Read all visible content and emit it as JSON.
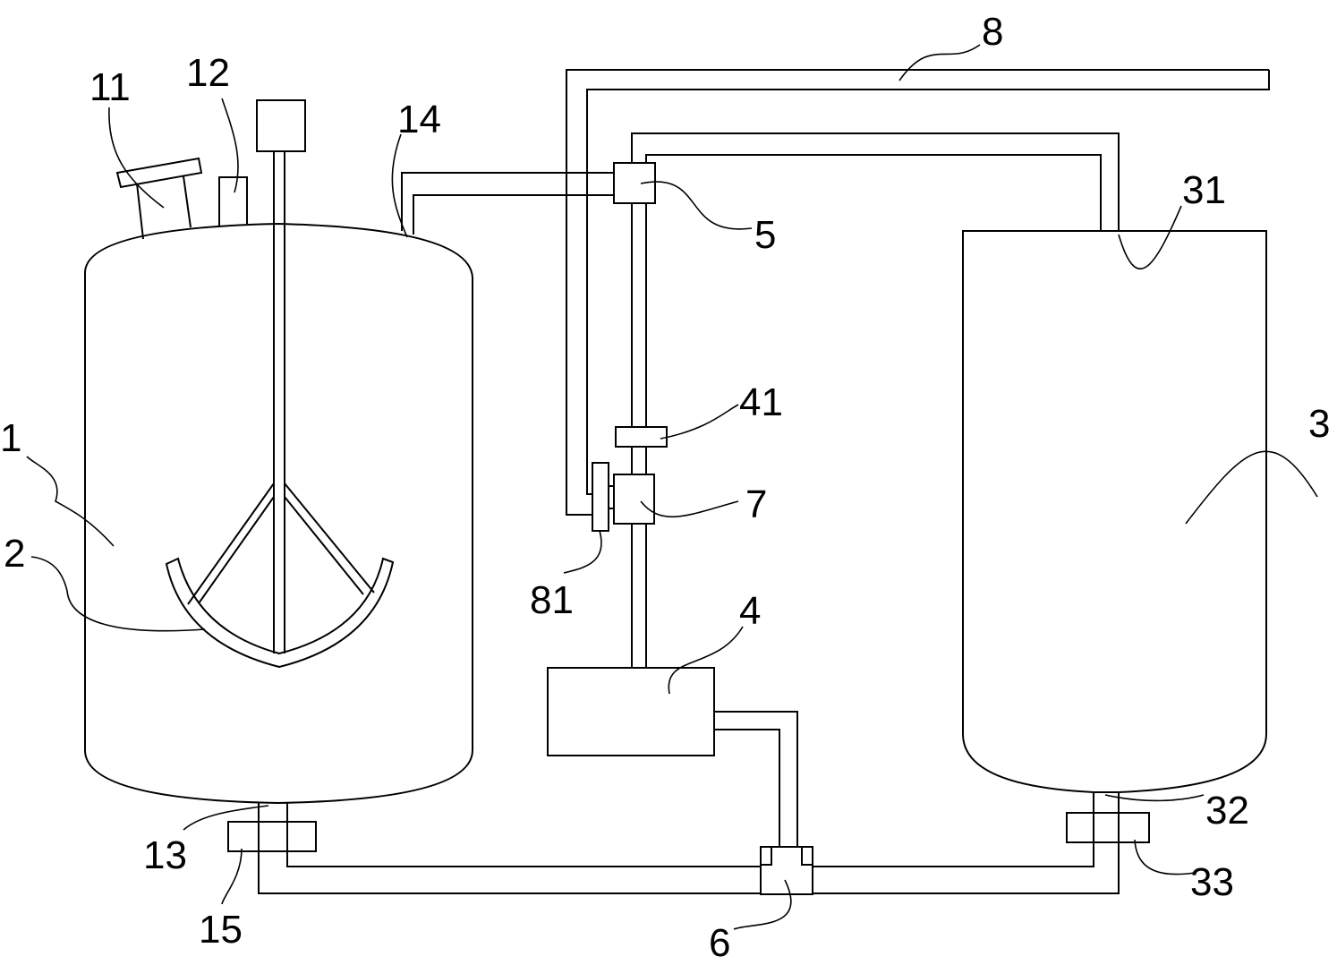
{
  "labels": {
    "tank1": "1",
    "stirrer": "2",
    "tank3": "3",
    "pump": "4",
    "valve5": "5",
    "valve6": "6",
    "valve7": "7",
    "pipe8": "8",
    "port11": "11",
    "port12": "12",
    "outlet13": "13",
    "port14": "14",
    "valve15": "15",
    "port31": "31",
    "outlet32": "32",
    "valve33": "33",
    "valve41": "41",
    "valve81": "81"
  }
}
